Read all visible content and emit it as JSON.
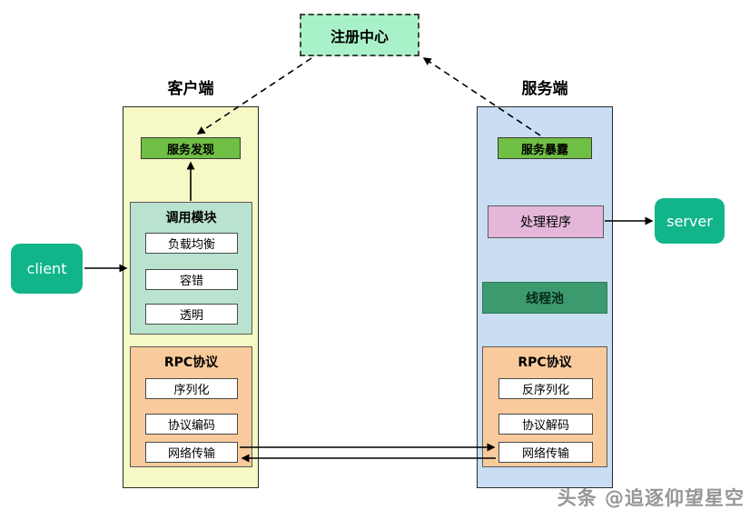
{
  "registry": {
    "label": "注册中心"
  },
  "client_column": {
    "heading": "客户端",
    "service_discovery": "服务发现",
    "call_module": {
      "title": "调用模块",
      "items": [
        "负载均衡",
        "容错",
        "透明"
      ]
    },
    "rpc_protocol": {
      "title": "RPC协议",
      "items": [
        "序列化",
        "协议编码",
        "网络传输"
      ]
    }
  },
  "server_column": {
    "heading": "服务端",
    "service_expose": "服务暴露",
    "handler": "处理程序",
    "thread_pool": "线程池",
    "rpc_protocol": {
      "title": "RPC协议",
      "items": [
        "反序列化",
        "协议解码",
        "网络传输"
      ]
    }
  },
  "external": {
    "client": "client",
    "server": "server"
  },
  "watermark": "头条 @追逐仰望星空",
  "colors": {
    "registry_bg": "#a9f2c9",
    "client_column_bg": "#f6f9c6",
    "server_column_bg": "#c9def2",
    "service_green": "#6fbf44",
    "call_module_mint": "#b9e3cf",
    "rpc_protocol_orange": "#f9cb9c",
    "handler_pink": "#e4b7da",
    "thread_pool_green": "#3c9a6e",
    "external_node_teal": "#11b589",
    "arrow": "#000000",
    "watermark_gray": "#969696"
  }
}
